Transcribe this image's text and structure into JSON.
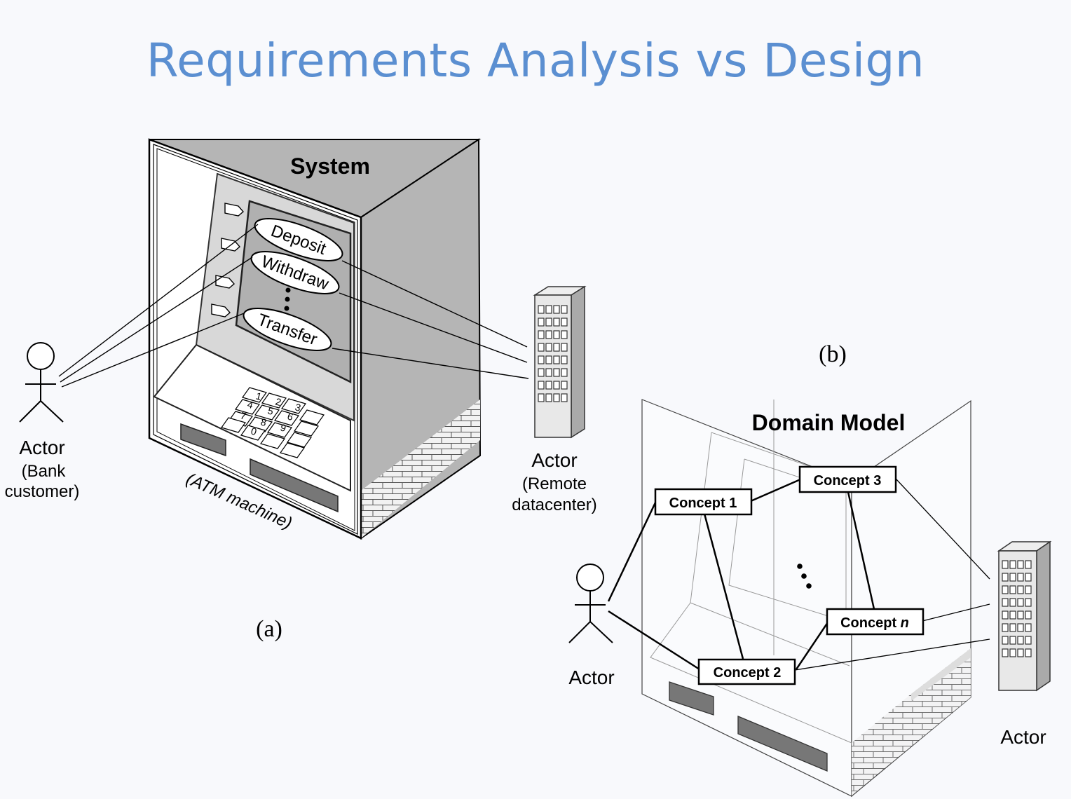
{
  "title": "Requirements Analysis vs Design",
  "panel_a": {
    "system_label": "System",
    "use_cases": [
      "Deposit",
      "Withdraw",
      "Transfer"
    ],
    "keypad_keys": [
      "1",
      "2",
      "3",
      "4",
      "5",
      "6",
      "7",
      "8",
      "9",
      "0"
    ],
    "machine_caption": "(ATM machine)",
    "actor_left": {
      "name": "Actor",
      "line1": "(Bank",
      "line2": "customer)"
    },
    "actor_right": {
      "name": "Actor",
      "line1": "(Remote",
      "line2": "datacenter)"
    },
    "panel_label": "(a)"
  },
  "panel_b": {
    "model_label": "Domain Model",
    "concepts": {
      "c1": "Concept 1",
      "c2": "Concept 2",
      "c3": "Concept 3",
      "cn_prefix": "Concept ",
      "cn_var": "n"
    },
    "actor_left": "Actor",
    "actor_right": "Actor",
    "panel_label": "(b)"
  }
}
